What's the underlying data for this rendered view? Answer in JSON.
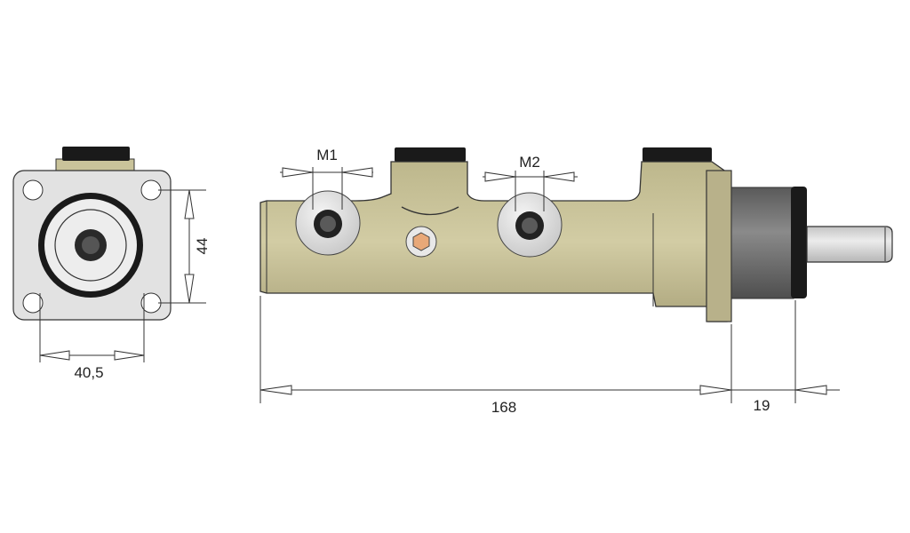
{
  "dimensions": {
    "front_bolt_spacing": "40,5",
    "front_height_spacing": "44",
    "body_length": "168",
    "flange_length": "19"
  },
  "ports": {
    "port1": "M1",
    "port2": "M2"
  },
  "colors": {
    "body": "#c9c39a",
    "body_dark": "#a9a27a",
    "flange_face": "#e4e4e4",
    "seal": "#1a1a1a",
    "boot": "#6e6e6e",
    "rod": "#d6d6d6",
    "plug": "#e8a878"
  }
}
